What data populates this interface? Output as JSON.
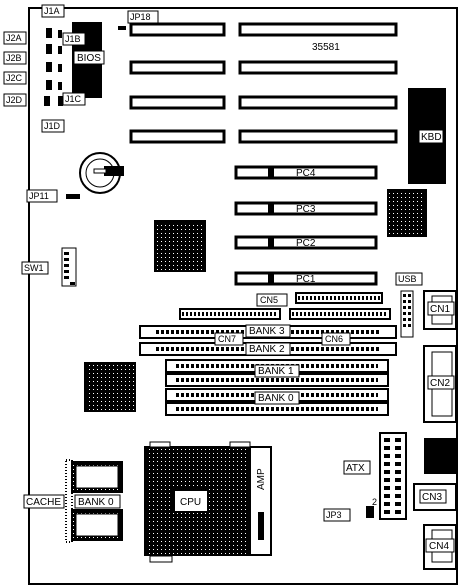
{
  "board": {
    "id_label": "35581",
    "labels": {
      "j1a": "J1A",
      "j1b": "J1B",
      "j1c": "J1C",
      "j1d": "J1D",
      "j2a": "J2A",
      "j2b": "J2B",
      "j2c": "J2C",
      "j2d": "J2D",
      "bios": "BIOS",
      "jp18": "JP18",
      "jp11": "JP11",
      "sw1": "SW1",
      "kbd": "KBD",
      "pc1": "PC1",
      "pc2": "PC2",
      "pc3": "PC3",
      "pc4": "PC4",
      "usb": "USB",
      "cn1": "CN1",
      "cn2": "CN2",
      "cn3": "CN3",
      "cn4": "CN4",
      "cn5": "CN5",
      "cn6": "CN6",
      "cn7": "CN7",
      "bank0": "BANK 0",
      "bank1": "BANK 1",
      "bank2": "BANK 2",
      "bank3": "BANK 3",
      "atx": "ATX",
      "jp3": "JP3",
      "jp3_pin": "2",
      "cpu": "CPU",
      "amp": "AMP",
      "cache": "CACHE",
      "cache_bank": "BANK 0"
    }
  }
}
